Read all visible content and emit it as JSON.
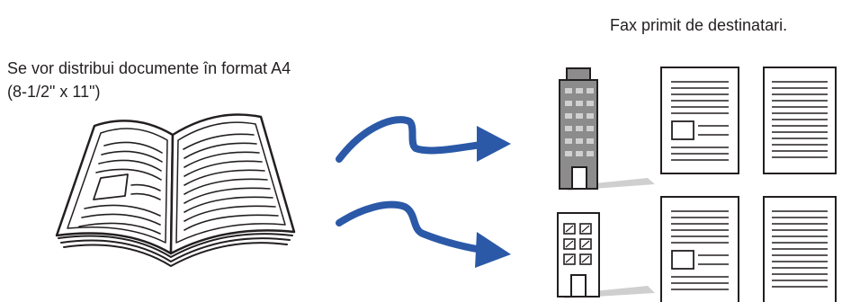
{
  "captions": {
    "recipients": "Fax primit de destinatari.",
    "source_line1": "Se vor distribui documente în format A4",
    "source_line2": "(8-1/2\" x 11\")"
  },
  "colors": {
    "arrow": "#2b59a8",
    "outline": "#231f20",
    "building_gray": "#8c8c8c",
    "window_gray": "#d0d0d0",
    "shadow": "#cfcfcf"
  },
  "icons": {
    "book": "open-book-icon",
    "arrow": "curved-arrow-icon",
    "office_tower": "office-building-icon",
    "apartment": "apartment-building-icon",
    "document": "document-page-icon"
  }
}
